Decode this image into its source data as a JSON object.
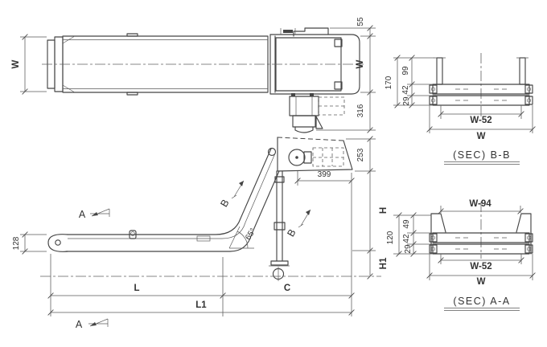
{
  "plan_view": {
    "dim_w_left": "W",
    "dim_55": "55",
    "dim_w_right": "W",
    "dim_316": "316"
  },
  "side_view": {
    "dim_253": "253",
    "dim_399": "399",
    "dim_h": "H",
    "dim_h1": "H1",
    "dim_128": "128",
    "dim_l": "L",
    "dim_c": "C",
    "dim_l1": "L1",
    "dim_angle": "65°",
    "marker_a_top": "A",
    "marker_a_bottom": "A",
    "marker_b_upper": "B",
    "marker_b_lower": "B"
  },
  "section_bb": {
    "title": "(SEC) B-B",
    "dim_170": "170",
    "dim_99": "99",
    "dim_42": "42",
    "dim_29": "29",
    "dim_w52": "W-52",
    "dim_w": "W"
  },
  "section_aa": {
    "title": "(SEC) A-A",
    "dim_w94": "W-94",
    "dim_120": "120",
    "dim_49": "49",
    "dim_42": "42",
    "dim_29": "29",
    "dim_w52": "W-52",
    "dim_w": "W"
  },
  "colors": {
    "line": "#454545",
    "dimension": "#5a5a5a",
    "background": "#ffffff"
  }
}
